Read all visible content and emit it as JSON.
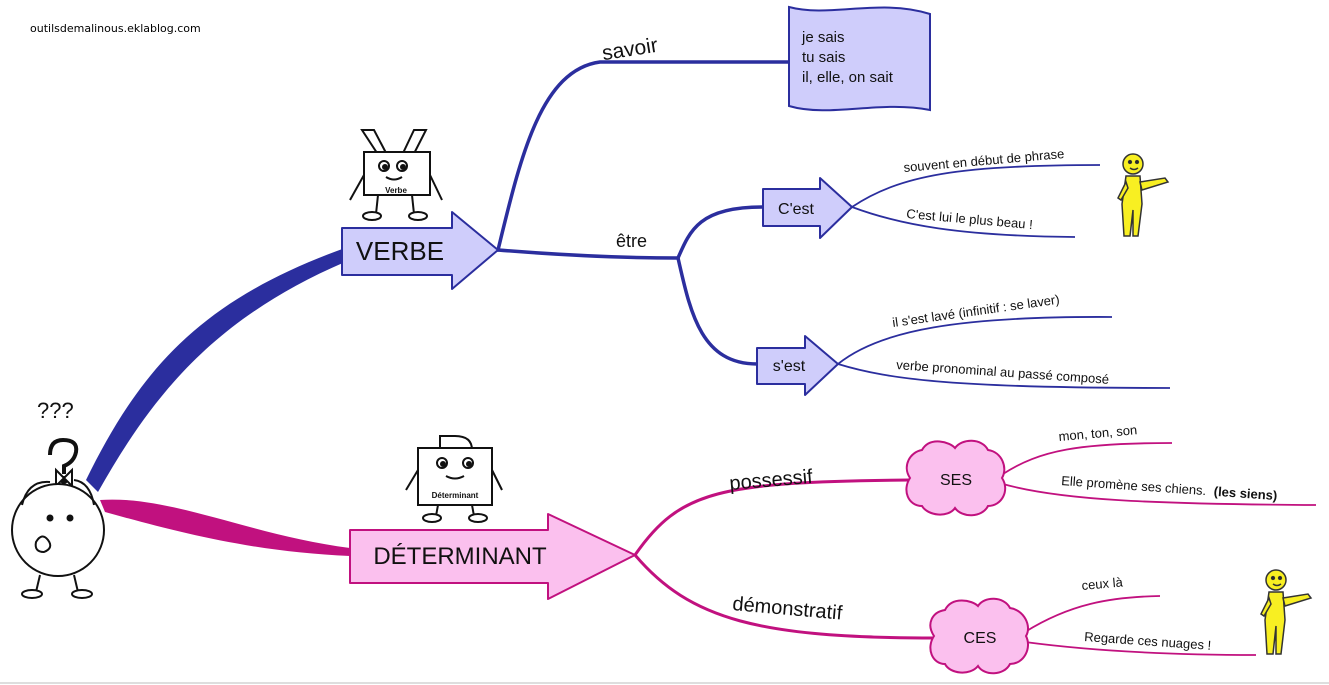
{
  "site": "outilsdemalinous.eklablog.com",
  "question_marks": "???",
  "colors": {
    "verbe_branch": "#2b2e9e",
    "verbe_fill": "#cfcdfb",
    "determinant_branch": "#c1117f",
    "determinant_fill": "#fbc0ee",
    "figure_yellow": "#f8ef22"
  },
  "verbe": {
    "label": "VERBE",
    "mascot_label": "Verbe",
    "mascot_letter": "V",
    "savoir": {
      "label": "savoir",
      "lines": [
        "je sais",
        "tu sais",
        "il, elle, on sait"
      ]
    },
    "etre": {
      "label": "être",
      "cest": {
        "label": "C'est",
        "note1": "souvent en début de phrase",
        "note2": "C'est lui le plus beau !"
      },
      "sest": {
        "label": "s'est",
        "note1": "il s'est lavé (infinitif : se laver)",
        "note2": "verbe pronominal au passé composé"
      }
    }
  },
  "determinant": {
    "label": "DÉTERMINANT",
    "mascot_label": "Déterminant",
    "mascot_letter": "D",
    "possessif": {
      "label": "possessif",
      "word": "SES",
      "note1": "mon, ton, son",
      "note2_plain": "Elle promène ses chiens.",
      "note2_bold": "(les siens)"
    },
    "demonstratif": {
      "label": "démonstratif",
      "word": "CES",
      "note1": "ceux là",
      "note2": "Regarde ces nuages !"
    }
  }
}
